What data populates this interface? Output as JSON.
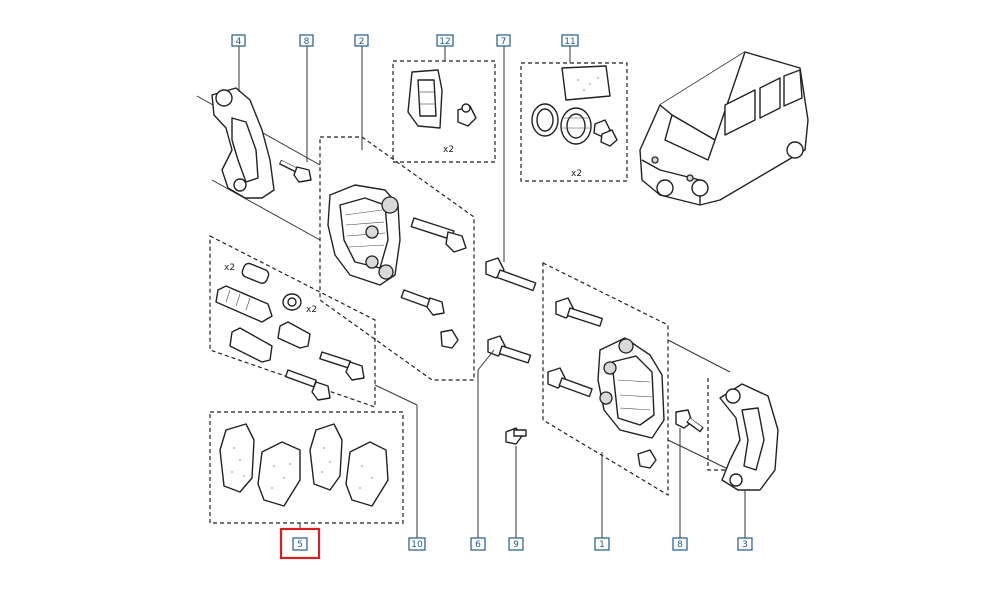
{
  "diagram": {
    "callouts": [
      {
        "id": "c4",
        "label": "4",
        "highlighted": false
      },
      {
        "id": "c8a",
        "label": "8",
        "highlighted": false
      },
      {
        "id": "c2",
        "label": "2",
        "highlighted": false
      },
      {
        "id": "c12",
        "label": "12",
        "highlighted": false
      },
      {
        "id": "c7",
        "label": "7",
        "highlighted": false
      },
      {
        "id": "c11",
        "label": "11",
        "highlighted": false
      },
      {
        "id": "c5",
        "label": "5",
        "highlighted": true
      },
      {
        "id": "c10",
        "label": "10",
        "highlighted": false
      },
      {
        "id": "c6",
        "label": "6",
        "highlighted": false
      },
      {
        "id": "c9",
        "label": "9",
        "highlighted": false
      },
      {
        "id": "c1",
        "label": "1",
        "highlighted": false
      },
      {
        "id": "c8b",
        "label": "8",
        "highlighted": false
      },
      {
        "id": "c3",
        "label": "3",
        "highlighted": false
      }
    ],
    "quantities": {
      "clip_kit": "x2",
      "seal_kit": "x2",
      "sleeve": "x2",
      "boot": "x2"
    },
    "colors": {
      "callout": "#1e5a8c",
      "highlight": "#d42020",
      "line": "#222222"
    }
  }
}
